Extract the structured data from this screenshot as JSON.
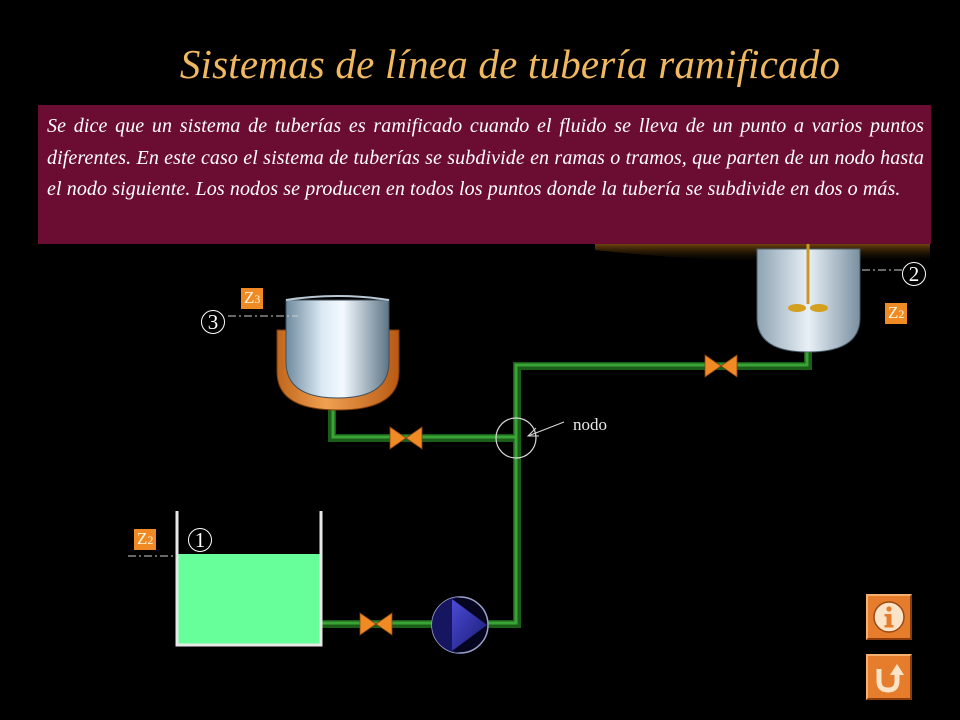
{
  "slide": {
    "title": "Sistemas de línea de tubería ramificado",
    "description": "Se dice que un sistema de tuberías es ramificado cuando el fluido se lleva de un punto a varios puntos diferentes. En este caso el sistema de tuberías se subdivide en ramas o tramos, que parten de un nodo hasta el nodo siguiente. Los nodos se producen en todos los puntos donde la tubería se subdivide en dos o más."
  },
  "diagram": {
    "node_label": "nodo",
    "points": [
      {
        "number": "1",
        "z_main": "Z",
        "z_sub": "2"
      },
      {
        "number": "2",
        "z_main": "Z",
        "z_sub": "2"
      },
      {
        "number": "3",
        "z_main": "Z",
        "z_sub": "3"
      }
    ]
  },
  "colors": {
    "background": "#000000",
    "title": "#f0b860",
    "description_box": "#6b0d32",
    "pipe": "#2e8a2a",
    "liquid": "#66ff99",
    "valve": "#f08a24",
    "pump": "#2a2aa0",
    "badge": "#f08a24",
    "nav_button": "#e57d2c"
  },
  "nav": {
    "info_icon": "info-icon",
    "return_icon": "return-u-icon"
  }
}
